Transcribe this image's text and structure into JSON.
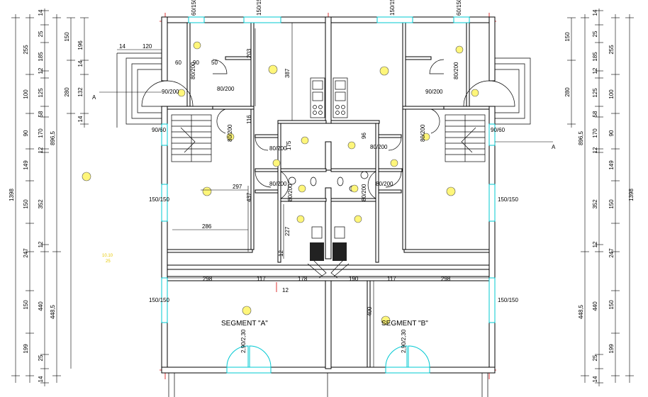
{
  "colors": {
    "wall": "#000000",
    "window": "#00c8d2",
    "axis": "#d40000",
    "lamp": "#fff67a",
    "note": "#e6c800"
  },
  "segments": {
    "a": "SEGMENT \"A\"",
    "b": "SEGMENT \"B\""
  },
  "section_marks": {
    "left": "A",
    "right": "A"
  },
  "note": {
    "line1": "10.10",
    "line2": "25"
  },
  "outer_dims": {
    "left": {
      "total": "1398",
      "chain": [
        "255",
        "100",
        "90",
        "149",
        "150",
        "247",
        "150",
        "199"
      ],
      "mid": [
        "14",
        "25",
        "185",
        "12",
        "125",
        "58",
        "170",
        "12",
        "352",
        "12",
        "440",
        "25",
        "14"
      ],
      "sub": [
        "150",
        "196",
        "14",
        "280",
        "132",
        "14",
        "896,5",
        "448,5"
      ]
    },
    "right": {
      "total": "1398",
      "chain": [
        "255",
        "100",
        "90",
        "149",
        "150",
        "247",
        "150",
        "199"
      ],
      "mid": [
        "14",
        "25",
        "185",
        "12",
        "125",
        "58",
        "170",
        "12",
        "352",
        "12",
        "440",
        "25",
        "14"
      ],
      "sub": [
        "150",
        "280",
        "896,5",
        "448,5"
      ]
    }
  },
  "top_windows": [
    "60/150",
    "150/150",
    "150/150",
    "60/150"
  ],
  "room_dims": [
    "203",
    "387",
    "116",
    "175",
    "96",
    "437",
    "297",
    "286",
    "227",
    "12",
    "298",
    "117",
    "178",
    "190",
    "117",
    "298",
    "400",
    "120",
    "14",
    "60",
    "90",
    "50",
    "12"
  ],
  "doors": {
    "entry_l": "90/200",
    "entry_r": "90/200",
    "wc_l": "80/200",
    "wc_r": "80/200",
    "stair_win_l": "90/60",
    "stair_win_r": "90/60",
    "bath_l": "80/200",
    "bath_r": "80/200",
    "store_l": "80/200",
    "store_r": "80/200",
    "small_l": "80/200",
    "small_r": "80/200",
    "hall_l": "80/200",
    "hall_r": "80/200",
    "kitchen_l": "80/200",
    "kitchen_r": "80/200",
    "terrace_l": "2,90/2,30",
    "terrace_r": "2,90/2,30"
  },
  "side_windows": [
    "150/150",
    "150/150",
    "150/150",
    "150/150"
  ]
}
